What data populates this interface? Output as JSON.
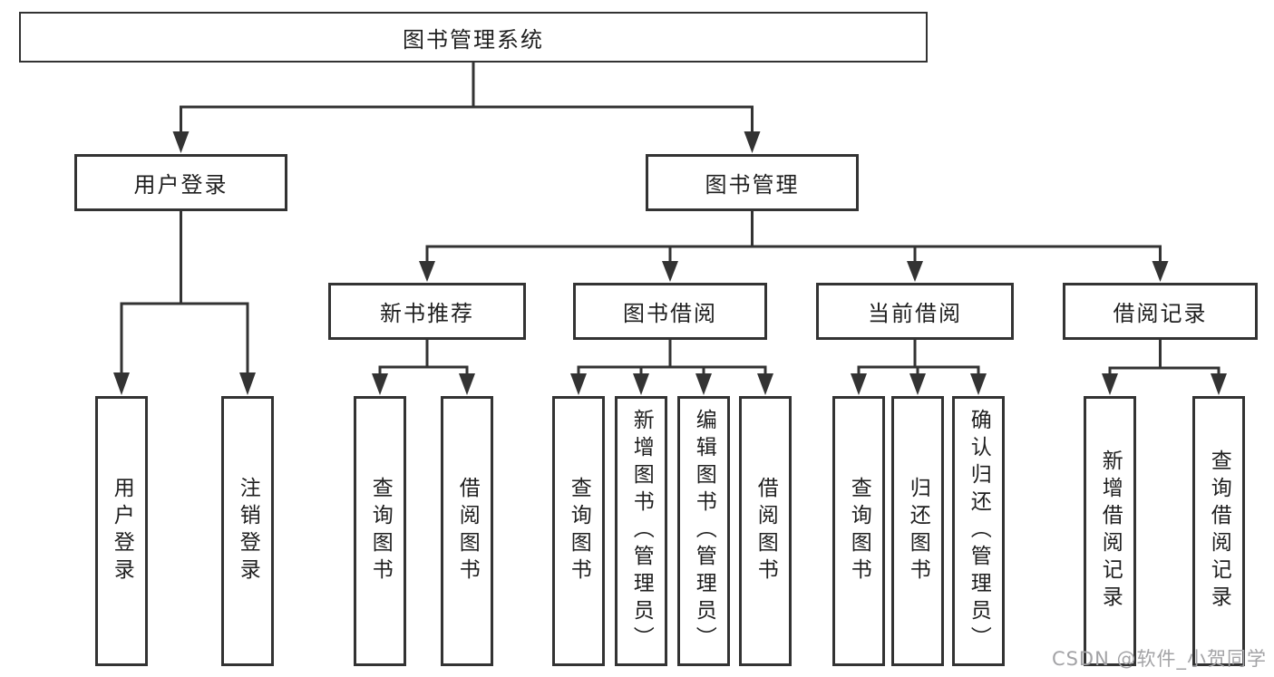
{
  "tree": {
    "label": "图书管理系统",
    "children": [
      {
        "label": "用户登录",
        "children": [
          {
            "label": "用户登录"
          },
          {
            "label": "注销登录"
          }
        ]
      },
      {
        "label": "图书管理",
        "children": [
          {
            "label": "新书推荐",
            "children": [
              {
                "label": "查询图书"
              },
              {
                "label": "借阅图书"
              }
            ]
          },
          {
            "label": "图书借阅",
            "children": [
              {
                "label": "查询图书"
              },
              {
                "label": "新增图书（管理员）"
              },
              {
                "label": "编辑图书（管理员）"
              },
              {
                "label": "借阅图书"
              }
            ]
          },
          {
            "label": "当前借阅",
            "children": [
              {
                "label": "查询图书"
              },
              {
                "label": "归还图书"
              },
              {
                "label": "确认归还（管理员）"
              }
            ]
          },
          {
            "label": "借阅记录",
            "children": [
              {
                "label": "新增借阅记录"
              },
              {
                "label": "查询借阅记录"
              }
            ]
          }
        ]
      }
    ]
  },
  "watermark": {
    "text": "CSDN @软件_小贺同学",
    "color": "#a3a3a6"
  },
  "colors": {
    "line": "#333333",
    "box_border": "#333333",
    "text": "#1f1f1f",
    "background": "#ffffff"
  }
}
